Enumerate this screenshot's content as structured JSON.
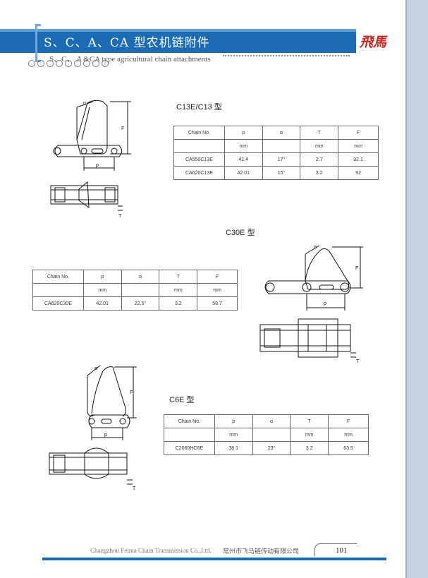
{
  "header": {
    "title_cn": "S、C、A、CA 型农机链附件",
    "title_en": "S、C、 A &CA type agricultural chain attachments",
    "logo": "飛馬",
    "accent_color": "#1b6cb4",
    "logo_color": "#c8251c"
  },
  "sections": [
    {
      "title": "C13E/C13 型",
      "table": {
        "headers": [
          "Chain No.",
          "p",
          "α",
          "T",
          "F"
        ],
        "units": [
          "",
          "mm",
          "",
          "mm",
          "mm"
        ],
        "rows": [
          [
            "CA550C13E",
            "41.4",
            "17°",
            "2.7",
            "92.1"
          ],
          [
            "CA620C13E",
            "42.01",
            "15°",
            "3.2",
            "92"
          ]
        ]
      },
      "labels": {
        "alpha": "α",
        "f": "F",
        "p": "p",
        "t": "T"
      }
    },
    {
      "title": "C30E 型",
      "table": {
        "headers": [
          "Chain No.",
          "p",
          "α",
          "T",
          "F"
        ],
        "units": [
          "",
          "mm",
          "",
          "mm",
          "mm"
        ],
        "rows": [
          [
            "CA620C30E",
            "42.01",
            "22.5°",
            "3.2",
            "58.7"
          ]
        ]
      },
      "labels": {
        "alpha": "α",
        "f": "F",
        "p": "p",
        "t": "T"
      }
    },
    {
      "title": "C6E 型",
      "table": {
        "headers": [
          "Chain No.",
          "p",
          "α",
          "T",
          "F"
        ],
        "units": [
          "",
          "mm",
          "",
          "mm",
          "mm"
        ],
        "rows": [
          [
            "C2060HC6E",
            "38.1",
            "23°",
            "3.2",
            "63.5"
          ]
        ]
      },
      "labels": {
        "alpha": "α",
        "f": "F",
        "p": "p",
        "t": "T"
      }
    }
  ],
  "footer": {
    "company_en": "Changzhou Feima Chain Transmission Co.,Ltd.",
    "company_cn": "常州市飞马链传动有限公司",
    "page": "101"
  }
}
